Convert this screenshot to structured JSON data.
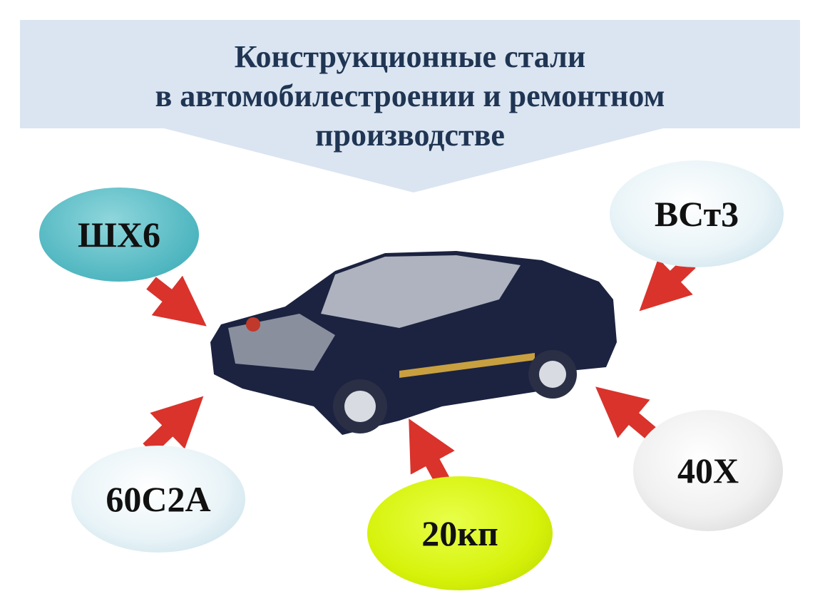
{
  "title": {
    "line1": "Конструкционные стали",
    "line2": "в автомобилестроении и ремонтном",
    "line3": "производстве"
  },
  "steels": [
    {
      "label": "ШХ6",
      "color": "#4fb6c0"
    },
    {
      "label": "ВСт3",
      "color": "#e9f4f8"
    },
    {
      "label": "60С2А",
      "color": "#e9f4f8"
    },
    {
      "label": "20кп",
      "color": "#d6f20a"
    },
    {
      "label": "40Х",
      "color": "#f0f0f0"
    }
  ],
  "colors": {
    "banner": "#dbe5f1",
    "arrow": "#d9332c",
    "title": "#1f3553"
  }
}
